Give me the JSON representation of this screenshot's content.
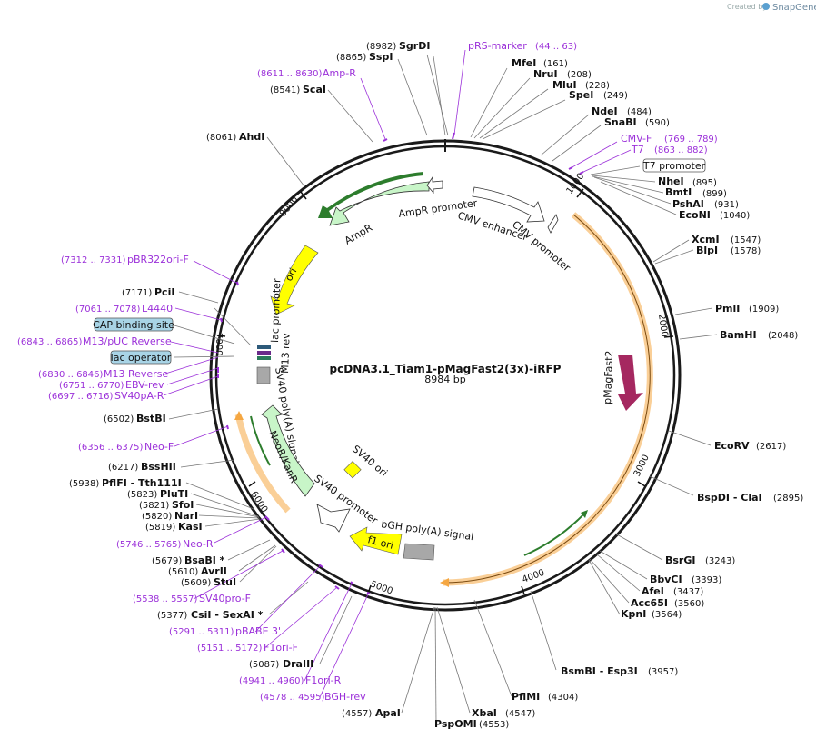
{
  "credit": {
    "prefix": "Created by",
    "brand": "SnapGene"
  },
  "plasmid": {
    "name": "pcDNA3.1_Tiam1-pMagFast2(3x)-iRFP",
    "size": "8984 bp",
    "length": 8984
  },
  "ticks": [
    "1000",
    "2000",
    "3000",
    "4000",
    "5000",
    "6000",
    "7000",
    "8000"
  ],
  "sites": [
    {
      "name": "SgrDI",
      "num": "(8982)"
    },
    {
      "name": "SspI",
      "num": "(8865)"
    },
    {
      "name": "ScaI",
      "num": "(8541)"
    },
    {
      "name": "AhdI",
      "num": "(8061)"
    },
    {
      "name": "MfeI",
      "num": "(161)"
    },
    {
      "name": "NruI",
      "num": "(208)"
    },
    {
      "name": "MluI",
      "num": "(228)"
    },
    {
      "name": "SpeI",
      "num": "(249)"
    },
    {
      "name": "NdeI",
      "num": "(484)"
    },
    {
      "name": "SnaBI",
      "num": "(590)"
    },
    {
      "name": "NheI",
      "num": "(895)"
    },
    {
      "name": "BmtI",
      "num": "(899)"
    },
    {
      "name": "PshAI",
      "num": "(931)"
    },
    {
      "name": "EcoNI",
      "num": "(1040)"
    },
    {
      "name": "XcmI",
      "num": "(1547)"
    },
    {
      "name": "BlpI",
      "num": "(1578)"
    },
    {
      "name": "PmlI",
      "num": "(1909)"
    },
    {
      "name": "BamHI",
      "num": "(2048)"
    },
    {
      "name": "EcoRV",
      "num": "(2617)"
    },
    {
      "name": "BspDI - ClaI",
      "num": "(2895)"
    },
    {
      "name": "BsrGI",
      "num": "(3243)"
    },
    {
      "name": "BbvCI",
      "num": "(3393)"
    },
    {
      "name": "AfeI",
      "num": "(3437)"
    },
    {
      "name": "Acc65I",
      "num": "(3560)"
    },
    {
      "name": "KpnI",
      "num": "(3564)"
    },
    {
      "name": "BsmBI - Esp3I",
      "num": "(3957)"
    },
    {
      "name": "PflMI",
      "num": "(4304)"
    },
    {
      "name": "XbaI",
      "num": "(4547)"
    },
    {
      "name": "PspOMI",
      "num": "(4553)"
    },
    {
      "name": "ApaI",
      "num": "(4557)"
    },
    {
      "name": "DraIII",
      "num": "(5087)"
    },
    {
      "name": "CsiI - SexAI *",
      "num": "(5377)"
    },
    {
      "name": "StuI",
      "num": "(5609)"
    },
    {
      "name": "AvrII",
      "num": "(5610)"
    },
    {
      "name": "BsaBI *",
      "num": "(5679)"
    },
    {
      "name": "KasI",
      "num": "(5819)"
    },
    {
      "name": "NarI",
      "num": "(5820)"
    },
    {
      "name": "SfoI",
      "num": "(5821)"
    },
    {
      "name": "PluTI",
      "num": "(5823)"
    },
    {
      "name": "PflFI - Tth111I",
      "num": "(5938)"
    },
    {
      "name": "BssHII",
      "num": "(6217)"
    },
    {
      "name": "BstBI",
      "num": "(6502)"
    },
    {
      "name": "PciI",
      "num": "(7171)"
    }
  ],
  "primers": [
    {
      "name": "pRS-marker",
      "range": "(44 .. 63)"
    },
    {
      "name": "Amp-R",
      "range": "(8611 .. 8630)"
    },
    {
      "name": "CMV-F",
      "range": "(769 .. 789)"
    },
    {
      "name": "T7",
      "range": "(863 .. 882)"
    },
    {
      "name": "pBR322ori-F",
      "range": "(7312 .. 7331)"
    },
    {
      "name": "L4440",
      "range": "(7061 .. 7078)"
    },
    {
      "name": "M13/pUC Reverse",
      "range": "(6843 .. 6865)"
    },
    {
      "name": "M13 Reverse",
      "range": "(6830 .. 6846)"
    },
    {
      "name": "EBV-rev",
      "range": "(6751 .. 6770)"
    },
    {
      "name": "SV40pA-R",
      "range": "(6697 .. 6716)"
    },
    {
      "name": "Neo-F",
      "range": "(6356 .. 6375)"
    },
    {
      "name": "Neo-R",
      "range": "(5746 .. 5765)"
    },
    {
      "name": "SV40pro-F",
      "range": "(5538 .. 5557)"
    },
    {
      "name": "pBABE 3'",
      "range": "(5291 .. 5311)"
    },
    {
      "name": "F1ori-F",
      "range": "(5151 .. 5172)"
    },
    {
      "name": "F1ori-R",
      "range": "(4941 .. 4960)"
    },
    {
      "name": "BGH-rev",
      "range": "(4578 .. 4595)"
    }
  ],
  "boxed": {
    "t7_promoter": "T7 promoter",
    "cap_binding_site": "CAP binding site",
    "lac_operator": "lac operator"
  },
  "features": {
    "ampr_promoter": "AmpR promoter",
    "ampr": "AmpR",
    "cmv_enhancer": "CMV enhancer",
    "cmv_promoter": "CMV promoter",
    "ori": "ori",
    "lac_promoter": "lac promoter",
    "m13_rev": "M13 rev",
    "sv40_polya": "SV40 poly(A) signal",
    "neor": "NeoR/KanR",
    "sv40_ori": "SV40 ori",
    "sv40_promoter": "SV40 promoter",
    "bgh_polya": "bGH poly(A) signal",
    "f1_ori": "f1 ori",
    "pmagfast2": "pMagFast2"
  },
  "colors": {
    "backbone": "#1a1a1a",
    "primer": "#9b30d9",
    "ampr_fill": "#c8f5c8",
    "ori_fill": "#ffff00",
    "pmag_fill": "#a52860",
    "orange_band": "#f5a742",
    "green_line": "#2d7d2d",
    "box_blue": "#a8d4e6",
    "grey_block": "#a8a8a8"
  }
}
